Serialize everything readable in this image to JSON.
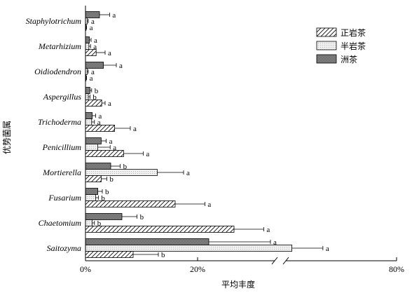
{
  "chart_data": {
    "type": "bar",
    "orientation": "horizontal",
    "xlabel": "平均丰度",
    "ylabel": "优势菌属",
    "x_axis": {
      "segments": [
        {
          "domain": [
            0,
            35
          ]
        },
        {
          "domain": [
            35,
            80
          ]
        }
      ],
      "ticks": [
        {
          "value": 0,
          "label": "0%"
        },
        {
          "value": 20,
          "label": "20%"
        },
        {
          "value": 80,
          "label": "80%"
        }
      ]
    },
    "categories": [
      "Staphylotrichum",
      "Metarhizium",
      "Oidiodendron",
      "Aspergillus",
      "Trichoderma",
      "Penicillium",
      "Mortierella",
      "Fusarium",
      "Chaetomium",
      "Saitozyma"
    ],
    "series": [
      {
        "name": "洲茶",
        "pattern": "dark",
        "values": [
          2.5,
          0.7,
          3.2,
          0.8,
          1.2,
          2.8,
          4.5,
          2.2,
          6.5,
          22.0
        ],
        "errors": [
          1.8,
          0.3,
          2.3,
          0.3,
          0.6,
          0.9,
          1.7,
          0.8,
          2.7,
          11.0
        ],
        "labels": [
          "a",
          "a",
          "a",
          "b",
          "a",
          "a",
          "b",
          "b",
          "b",
          "a"
        ]
      },
      {
        "name": "半岩茶",
        "pattern": "dots",
        "values": [
          0.3,
          0.6,
          0.3,
          0.5,
          1.1,
          2.2,
          12.8,
          1.8,
          1.2,
          39.5
        ],
        "errors": [
          0.2,
          0.3,
          0.2,
          0.3,
          0.5,
          2.2,
          4.7,
          0.5,
          0.4,
          12.0
        ],
        "labels": [
          "a",
          "a",
          "a",
          "b",
          "a",
          "a",
          "a",
          "b",
          "b",
          "a"
        ]
      },
      {
        "name": "正岩茶",
        "pattern": "hatch",
        "values": [
          0.1,
          1.9,
          0.1,
          2.9,
          5.2,
          6.8,
          2.8,
          16.0,
          26.5,
          8.5
        ],
        "errors": [
          0.1,
          1.6,
          0.1,
          0.6,
          2.8,
          3.5,
          1.0,
          5.3,
          5.3,
          4.5
        ],
        "labels": [
          "a",
          "a",
          "a",
          "a",
          "a",
          "a",
          "b",
          "a",
          "a",
          "b"
        ]
      }
    ],
    "legend": {
      "placement": "top-right",
      "entries": [
        {
          "label": "正岩茶",
          "pattern": "hatch"
        },
        {
          "label": "半岩茶",
          "pattern": "dots"
        },
        {
          "label": "洲茶",
          "pattern": "dark"
        }
      ]
    },
    "grid": false
  }
}
